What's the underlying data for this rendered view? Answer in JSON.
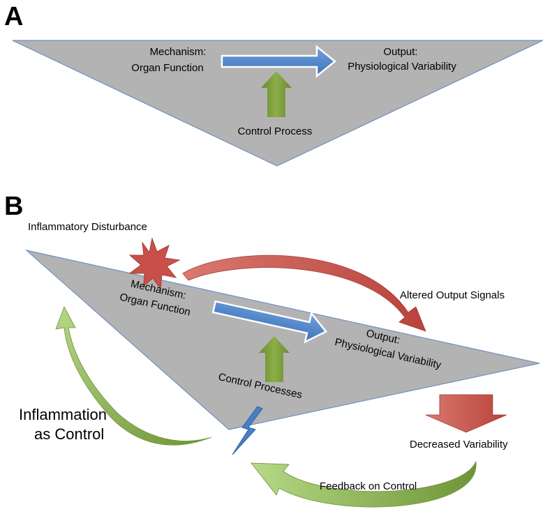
{
  "panel_a": {
    "letter": "A",
    "mechanism_line1": "Mechanism:",
    "mechanism_line2": "Organ Function",
    "output_line1": "Output:",
    "output_line2": "Physiological Variability",
    "control": "Control Process"
  },
  "panel_b": {
    "letter": "B",
    "inflammatory_disturbance": "Inflammatory Disturbance",
    "mechanism_line1": "Mechanism:",
    "mechanism_line2": "Organ Function",
    "output_line1": "Output:",
    "output_line2": "Physiological Variability",
    "control": "Control Processes",
    "altered_output": "Altered Output Signals",
    "decreased_variability": "Decreased Variability",
    "feedback": "Feedback on Control",
    "inflammation_line1": "Inflammation",
    "inflammation_line2": "as Control"
  },
  "colors": {
    "triangle_fill": "#b3b3b3",
    "triangle_stroke": "#6f8fc4",
    "blue_arrow": "#4a7fc8",
    "green_arrow": "#7a9a3a",
    "red": "#c0504d",
    "light_green": "#a9cf6a"
  }
}
